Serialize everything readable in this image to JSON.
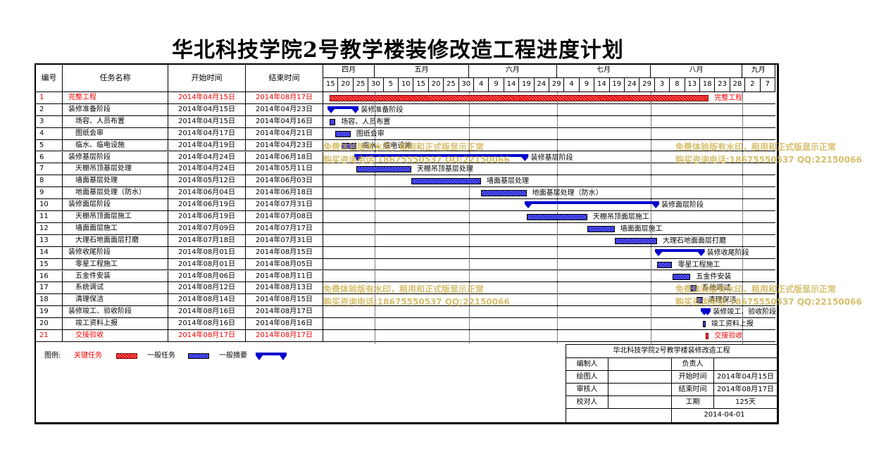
{
  "title": "华北科技学院2号教学楼装修改造工程进度计划",
  "headers": {
    "id": "编号",
    "name": "任务名称",
    "start": "开始时间",
    "end": "结束时间"
  },
  "months": [
    {
      "label": "四月",
      "from": "2014-04-13",
      "to": "2014-04-30"
    },
    {
      "label": "五月",
      "from": "2014-04-30",
      "to": "2014-05-31"
    },
    {
      "label": "六月",
      "from": "2014-05-31",
      "to": "2014-06-29"
    },
    {
      "label": "七月",
      "from": "2014-06-29",
      "to": "2014-07-30"
    },
    {
      "label": "八月",
      "from": "2014-07-30",
      "to": "2014-08-29"
    },
    {
      "label": "九月",
      "from": "2014-08-29",
      "to": "2014-09-09"
    }
  ],
  "day_ticks": [
    "15",
    "20",
    "25",
    "30",
    "5",
    "10",
    "15",
    "20",
    "25",
    "30",
    "4",
    "9",
    "14",
    "19",
    "24",
    "29",
    "4",
    "9",
    "14",
    "19",
    "24",
    "29",
    "3",
    "8",
    "13",
    "18",
    "23",
    "28",
    "2",
    "7"
  ],
  "watermarks": [
    {
      "line1": "免费体验版有水印，租用和正式版显示正常",
      "line2": "购买咨询电话:18675550537 QQ:22150066"
    },
    {
      "line1": "免费体验版有水印，租用和正式版显示正常",
      "line2": "购买咨询电话:18675550537 QQ:22150066"
    },
    {
      "line1": "免费体验版有水印，租用和正式版显示正常",
      "line2": "购买咨询电话:18675550537 QQ:22150066"
    },
    {
      "line1": "免费体验版有水印，租用和正式版显示正常",
      "line2": "购买咨询电话:18675550537 QQ:22150066"
    }
  ],
  "chart_data": {
    "type": "gantt",
    "title": "华北科技学院2号教学楼装修改造工程进度计划",
    "x_range": [
      "2014-04-13",
      "2014-09-09"
    ],
    "tasks": [
      {
        "id": "1",
        "name": "完整工程",
        "start": "2014年04月15日",
        "end": "2014年08月17日",
        "s": "2014-04-15",
        "e": "2014-08-17",
        "kind": "critical",
        "level": 0
      },
      {
        "id": "2",
        "name": "装修准备阶段",
        "start": "2014年04月15日",
        "end": "2014年04月23日",
        "s": "2014-04-15",
        "e": "2014-04-23",
        "kind": "summary",
        "level": 0
      },
      {
        "id": "3",
        "name": "场容、人员布置",
        "start": "2014年04月15日",
        "end": "2014年04月16日",
        "s": "2014-04-15",
        "e": "2014-04-16",
        "kind": "task",
        "level": 1
      },
      {
        "id": "4",
        "name": "图纸会审",
        "start": "2014年04月17日",
        "end": "2014年04月21日",
        "s": "2014-04-17",
        "e": "2014-04-21",
        "kind": "task",
        "level": 1
      },
      {
        "id": "5",
        "name": "临水、临电设施",
        "start": "2014年04月19日",
        "end": "2014年04月23日",
        "s": "2014-04-19",
        "e": "2014-04-23",
        "kind": "task",
        "level": 1
      },
      {
        "id": "6",
        "name": "装修基层阶段",
        "start": "2014年04月24日",
        "end": "2014年06月18日",
        "s": "2014-04-24",
        "e": "2014-06-18",
        "kind": "summary",
        "level": 0
      },
      {
        "id": "7",
        "name": "天棚吊顶基层处理",
        "start": "2014年04月24日",
        "end": "2014年05月11日",
        "s": "2014-04-24",
        "e": "2014-05-11",
        "kind": "task",
        "level": 1
      },
      {
        "id": "8",
        "name": "墙面基层处理",
        "start": "2014年05月12日",
        "end": "2014年06月03日",
        "s": "2014-05-12",
        "e": "2014-06-03",
        "kind": "task",
        "level": 1
      },
      {
        "id": "9",
        "name": "地面基层处理（防水）",
        "start": "2014年06月04日",
        "end": "2014年06月18日",
        "s": "2014-06-04",
        "e": "2014-06-18",
        "kind": "task",
        "level": 1
      },
      {
        "id": "10",
        "name": "装修面层阶段",
        "start": "2014年06月19日",
        "end": "2014年07月31日",
        "s": "2014-06-19",
        "e": "2014-07-31",
        "kind": "summary",
        "level": 0
      },
      {
        "id": "11",
        "name": "天棚吊顶面层施工",
        "start": "2014年06月19日",
        "end": "2014年07月08日",
        "s": "2014-06-19",
        "e": "2014-07-08",
        "kind": "task",
        "level": 1
      },
      {
        "id": "12",
        "name": "墙面面层施工",
        "start": "2014年07月09日",
        "end": "2014年07月17日",
        "s": "2014-07-09",
        "e": "2014-07-17",
        "kind": "task",
        "level": 1
      },
      {
        "id": "13",
        "name": "大理石地面面层打磨",
        "start": "2014年07月18日",
        "end": "2014年07月31日",
        "s": "2014-07-18",
        "e": "2014-07-31",
        "kind": "task",
        "level": 1
      },
      {
        "id": "14",
        "name": "装修收尾阶段",
        "start": "2014年08月01日",
        "end": "2014年08月15日",
        "s": "2014-08-01",
        "e": "2014-08-15",
        "kind": "summary",
        "level": 0
      },
      {
        "id": "15",
        "name": "零星工程施工",
        "start": "2014年08月01日",
        "end": "2014年08月05日",
        "s": "2014-08-01",
        "e": "2014-08-05",
        "kind": "task",
        "level": 1
      },
      {
        "id": "16",
        "name": "五金件安装",
        "start": "2014年08月06日",
        "end": "2014年08月11日",
        "s": "2014-08-06",
        "e": "2014-08-11",
        "kind": "task",
        "level": 1
      },
      {
        "id": "17",
        "name": "系统调试",
        "start": "2014年08月12日",
        "end": "2014年08月13日",
        "s": "2014-08-12",
        "e": "2014-08-13",
        "kind": "task",
        "level": 1
      },
      {
        "id": "18",
        "name": "清理保洁",
        "start": "2014年08月14日",
        "end": "2014年08月15日",
        "s": "2014-08-14",
        "e": "2014-08-15",
        "kind": "task",
        "level": 1
      },
      {
        "id": "19",
        "name": "装修竣工、验收阶段",
        "start": "2014年08月16日",
        "end": "2014年08月17日",
        "s": "2014-08-16",
        "e": "2014-08-17",
        "kind": "summary",
        "level": 0
      },
      {
        "id": "20",
        "name": "竣工资料上报",
        "start": "2014年08月16日",
        "end": "2014年08月16日",
        "s": "2014-08-16",
        "e": "2014-08-16",
        "kind": "task",
        "level": 1
      },
      {
        "id": "21",
        "name": "交接验收",
        "start": "2014年08月17日",
        "end": "2014年08月17日",
        "s": "2014-08-17",
        "e": "2014-08-17",
        "kind": "critical",
        "level": 1
      }
    ]
  },
  "legend": {
    "label": "图例:",
    "critical": "关键任务",
    "task": "一般任务",
    "summary": "一般摘要"
  },
  "info": {
    "project": "华北科技学院2号教学楼装修改造工程",
    "rows": [
      {
        "l1": "编制人",
        "v1": "",
        "l2": "负责人",
        "v2": ""
      },
      {
        "l1": "绘图人",
        "v1": "",
        "l2": "开始时间",
        "v2": "2014年04月15日"
      },
      {
        "l1": "审核人",
        "v1": "",
        "l2": "结束时间",
        "v2": "2014年08月17日"
      },
      {
        "l1": "校对人",
        "v1": "",
        "l2": "工期",
        "v2": "125天"
      }
    ],
    "date": "2014-04-01"
  },
  "colors": {
    "task": "#2a2ad0",
    "critical": "#e00000",
    "summary": "#0000cc",
    "watermark": "#c8aa3c"
  }
}
